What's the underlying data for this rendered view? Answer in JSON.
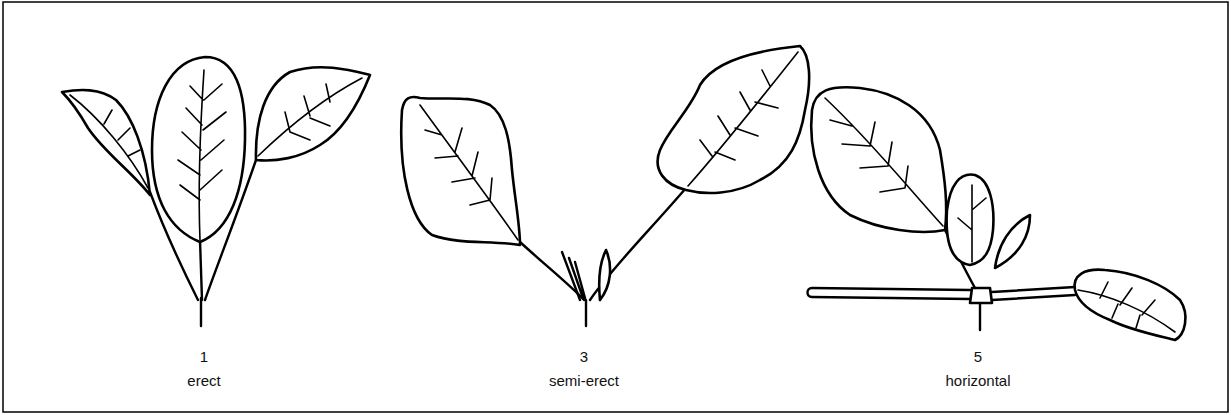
{
  "diagram": {
    "labels": [
      "1",
      "erect",
      "3",
      "semi-erect",
      "5",
      "horizontal"
    ]
  }
}
